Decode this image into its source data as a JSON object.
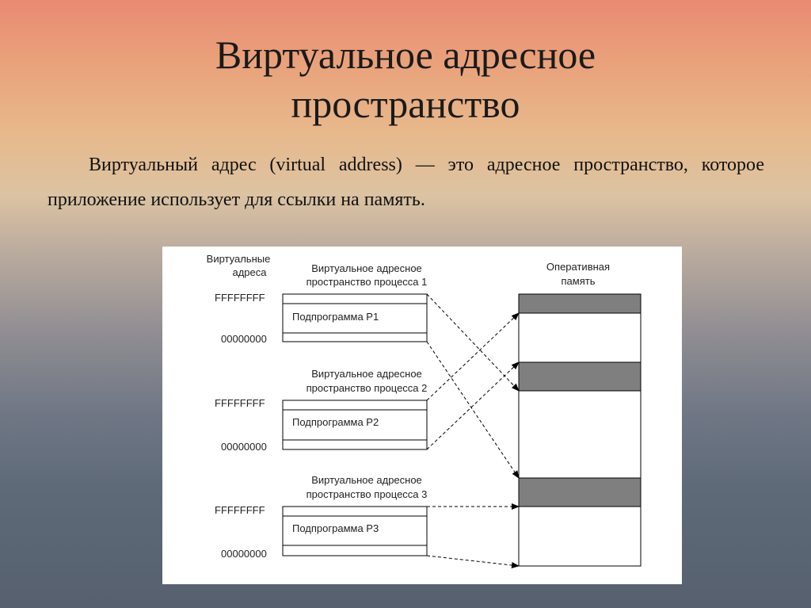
{
  "slide": {
    "title_line1": "Виртуальное адресное",
    "title_line2": "пространство",
    "paragraph": "Виртуальный адрес (virtual address) — это адресное пространство, которое приложение использует для ссылки на память."
  },
  "diagram": {
    "virtual_addresses_label_line1": "Виртуальные",
    "virtual_addresses_label_line2": "адреса",
    "ram_label_line1": "Оперативная",
    "ram_label_line2": "память",
    "processes": [
      {
        "title_line1": "Виртуальное адресное",
        "title_line2": "пространство процесса 1",
        "top_address": "FFFFFFFF",
        "bottom_address": "00000000",
        "subprogram": "Подпрограмма P1"
      },
      {
        "title_line1": "Виртуальное адресное",
        "title_line2": "пространство процесса 2",
        "top_address": "FFFFFFFF",
        "bottom_address": "00000000",
        "subprogram": "Подпрограмма P2"
      },
      {
        "title_line1": "Виртуальное адресное",
        "title_line2": "пространство процесса 3",
        "top_address": "FFFFFFFF",
        "bottom_address": "00000000",
        "subprogram": "Подпрограмма P3"
      }
    ],
    "colors": {
      "ram_block": "#7f7f7f",
      "line": "#000000"
    }
  }
}
